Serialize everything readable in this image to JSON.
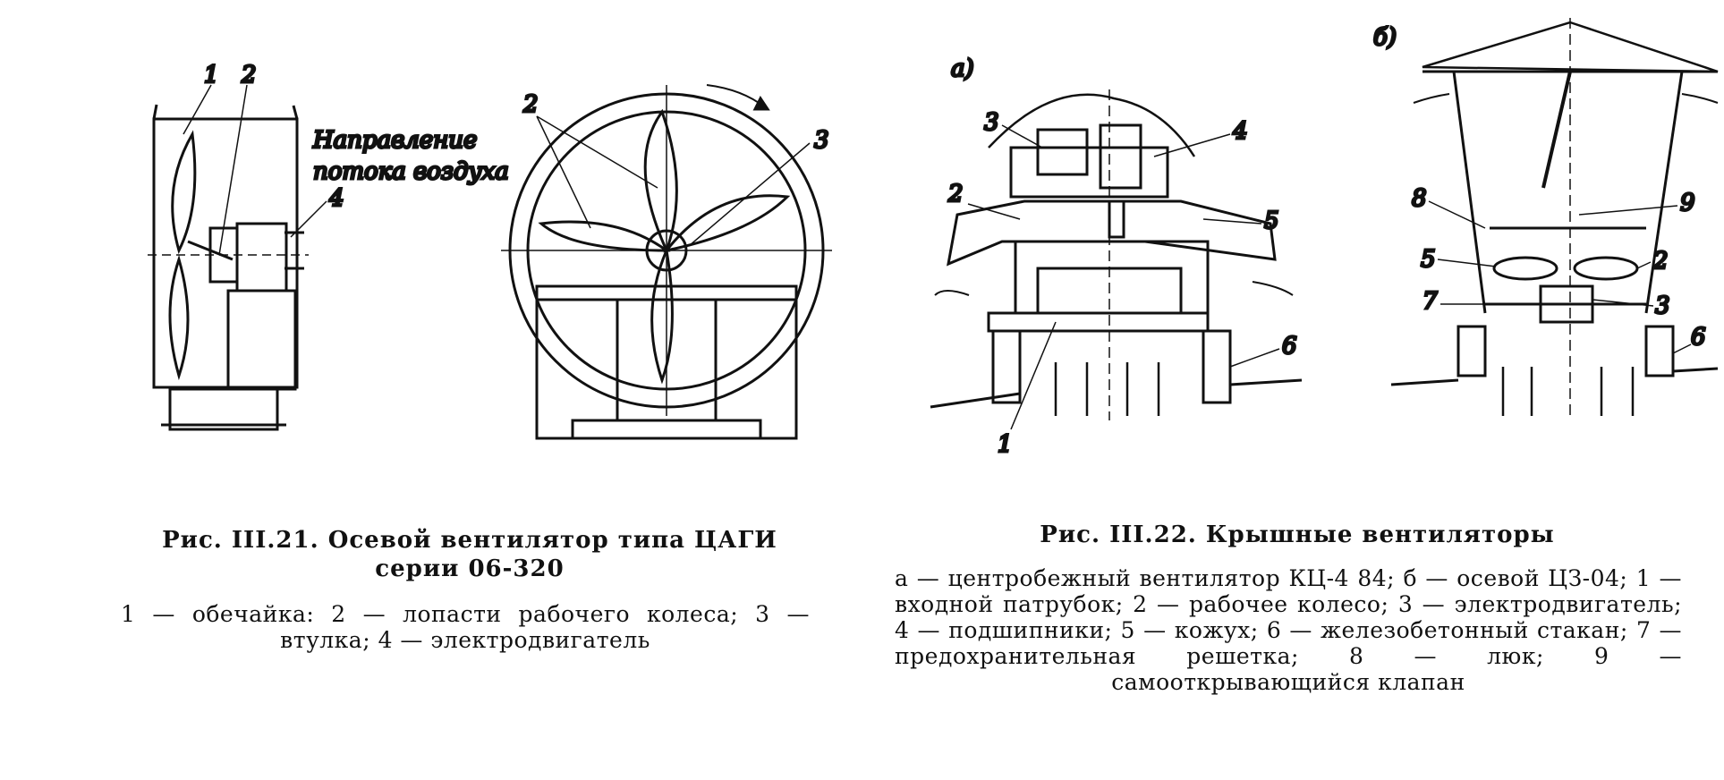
{
  "fig21": {
    "labels": [
      "1",
      "2",
      "4",
      "2",
      "3"
    ],
    "flow_note_line1": "Направление",
    "flow_note_line2": "потока воздуха",
    "caption_title_line1": "Рис. III.21. Осевой вентилятор типа ЦАГИ",
    "caption_title_line2": "серии 06-320",
    "caption_body": "1 — обечайка: 2 — лопасти рабочего колеса; 3 — втулка; 4 — электродвигатель"
  },
  "fig22": {
    "sub_a": "а)",
    "sub_b": "б)",
    "labels_a": [
      "3",
      "4",
      "2",
      "5",
      "6",
      "1"
    ],
    "labels_b": [
      "8",
      "9",
      "5",
      "2",
      "7",
      "3",
      "6"
    ],
    "caption_title": "Рис. III.22. Крышные вентиляторы",
    "caption_body": "а — центробежный вентилятор КЦ-4 84; б — осевой ЦЗ-04; 1 — входной патрубок; 2 — рабочее колесо; 3 — электродвигатель; 4 — подшипники; 5 — кожух; 6 — железобетонный стакан; 7 — предохранительная решетка; 8 — люк; 9 — самооткрывающийся клапан"
  }
}
